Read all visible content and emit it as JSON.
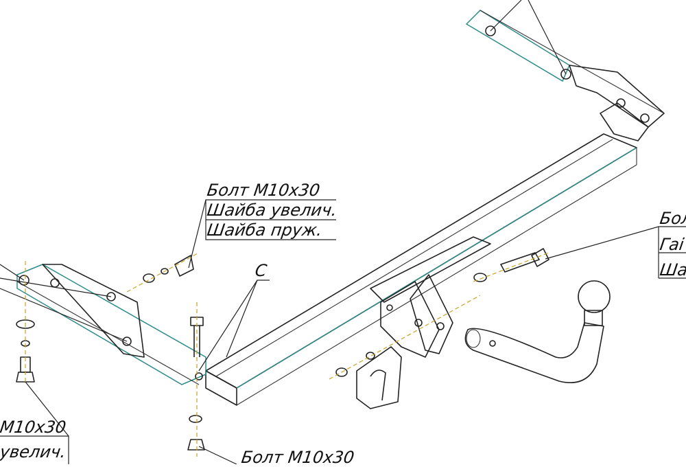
{
  "labels": {
    "top_center": [
      "Болт М10х30",
      "Шайба увелич.",
      "Шайба пруж."
    ],
    "detail_c": "С",
    "left_bottom": [
      "М10х30",
      "увелич."
    ],
    "right_edge": [
      "Бол",
      "Гаі",
      "Шаі"
    ],
    "bottom_center": "Болт М10х30"
  },
  "colors": {
    "line": "#222222",
    "outline_accent": "#2e8c88",
    "axis_dashed": "#c9a227",
    "background": "#ffffff"
  }
}
